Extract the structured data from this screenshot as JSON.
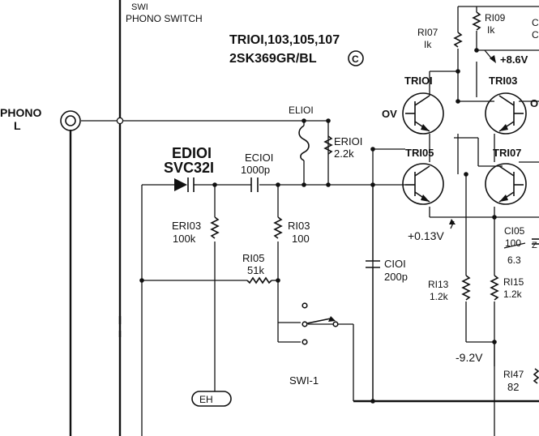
{
  "switch_header": {
    "ref": "SWI",
    "name": "PHONO SWITCH"
  },
  "transistor_note": {
    "line1": "TRIOI,103,105,107",
    "line2": "2SK369GR/BL",
    "mark": "C"
  },
  "input": {
    "name": "PHONO",
    "channel": "L"
  },
  "diode": {
    "ref": "EDIOI",
    "part": "SVC32I"
  },
  "capacitors": {
    "ec101": {
      "ref": "ECIOI",
      "value": "1000p"
    },
    "c101": {
      "ref": "CIOI",
      "value": "200p"
    },
    "c105": {
      "ref": "CI05",
      "value": "100",
      "voltage": "6.3"
    }
  },
  "coil": {
    "ref": "ELIOI"
  },
  "resistors": {
    "er101": {
      "ref": "ERIOI",
      "value": "2.2k"
    },
    "er103": {
      "ref": "ERI03",
      "value": "100k"
    },
    "r103": {
      "ref": "RI03",
      "value": "100"
    },
    "r105": {
      "ref": "RI05",
      "value": "51k"
    },
    "r107": {
      "ref": "RI07",
      "value": "Ik"
    },
    "r109": {
      "ref": "RI09",
      "value": "Ik"
    },
    "r113": {
      "ref": "RI13",
      "value": "1.2k"
    },
    "r115": {
      "ref": "RI15",
      "value": "1.2k"
    },
    "r147": {
      "ref": "RI47",
      "value": "82"
    }
  },
  "transistors": {
    "tr101": "TRIOI",
    "tr103": "TRI03",
    "tr105": "TRI05",
    "tr107": "TRI07"
  },
  "voltages": {
    "tr101_gate": "OV",
    "supply_pos": "+8.6V",
    "source_bias": "+0.13V",
    "supply_neg": "-9.2V"
  },
  "switch_section": {
    "ref": "SWI-1"
  },
  "terminal": {
    "label": "EH"
  },
  "edge_fragments": {
    "r109_right": "C",
    "r109_right2": "C",
    "tr103_right": "O",
    "c105_right": "Z"
  },
  "colors": {
    "ink": "#111111",
    "paper": "#ffffff"
  }
}
